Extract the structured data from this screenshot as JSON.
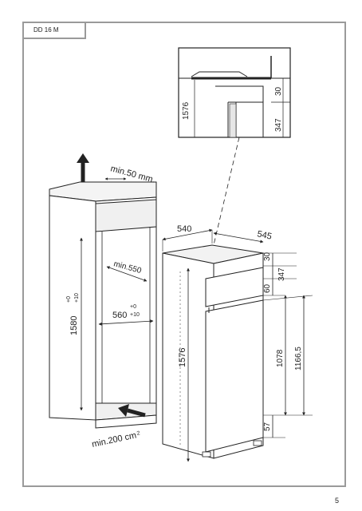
{
  "model": "DD 16 M",
  "page_number": "5",
  "labels": {
    "ventilation_top": "min.50 mm.",
    "niche_height": "1580",
    "niche_height_tol_plus": "+0",
    "niche_height_tol_minus": "+10",
    "niche_depth": "min.550",
    "niche_width": "560",
    "niche_width_tol_plus": "+0",
    "niche_width_tol_minus": "+10",
    "ventilation_bottom": "min.200 cm",
    "ventilation_bottom_sup": "2",
    "appliance_width": "540",
    "appliance_depth": "545",
    "appliance_height": "1576",
    "dim_30": "30",
    "dim_347": "347",
    "dim_60": "60",
    "dim_1078": "1078",
    "dim_1166": "1166,5",
    "dim_57": "57",
    "detail_height": "1576",
    "detail_30": "30",
    "detail_347": "347"
  },
  "colors": {
    "line": "#222222",
    "frame": "#9a9a9a",
    "fill": "#f2f2f2"
  }
}
